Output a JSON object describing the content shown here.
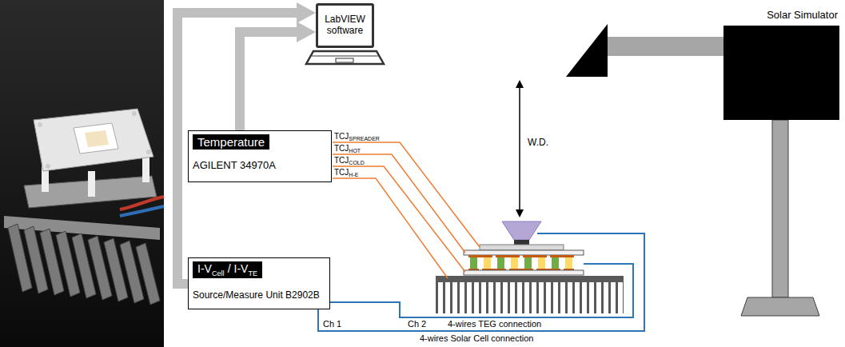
{
  "diagram": {
    "nodes": [
      {
        "text": [
          "LabVIEW software"
        ]
      },
      {
        "text": [
          "Temperature",
          "AGILENT 34970A"
        ]
      },
      {
        "text": [
          "I-V",
          "Cell",
          "/ I-V",
          "TE",
          "Source/Measure Unit B2902B"
        ]
      },
      {
        "text": [
          "Solar Simulator"
        ]
      }
    ],
    "edges": [
      {
        "from": 1,
        "to": 0,
        "arrow": "to"
      },
      {
        "from": 2,
        "to": 0,
        "arrow": "to"
      }
    ],
    "labels": [
      "TCJ",
      "SPREADER",
      "TCJ",
      "HOT",
      "TCJ",
      "COLD",
      "TCJ",
      "H-E",
      "W.D.",
      "Ch 1",
      "Ch 2",
      "4-wires TEG connection",
      "4-wires Solar Cell connection"
    ]
  }
}
